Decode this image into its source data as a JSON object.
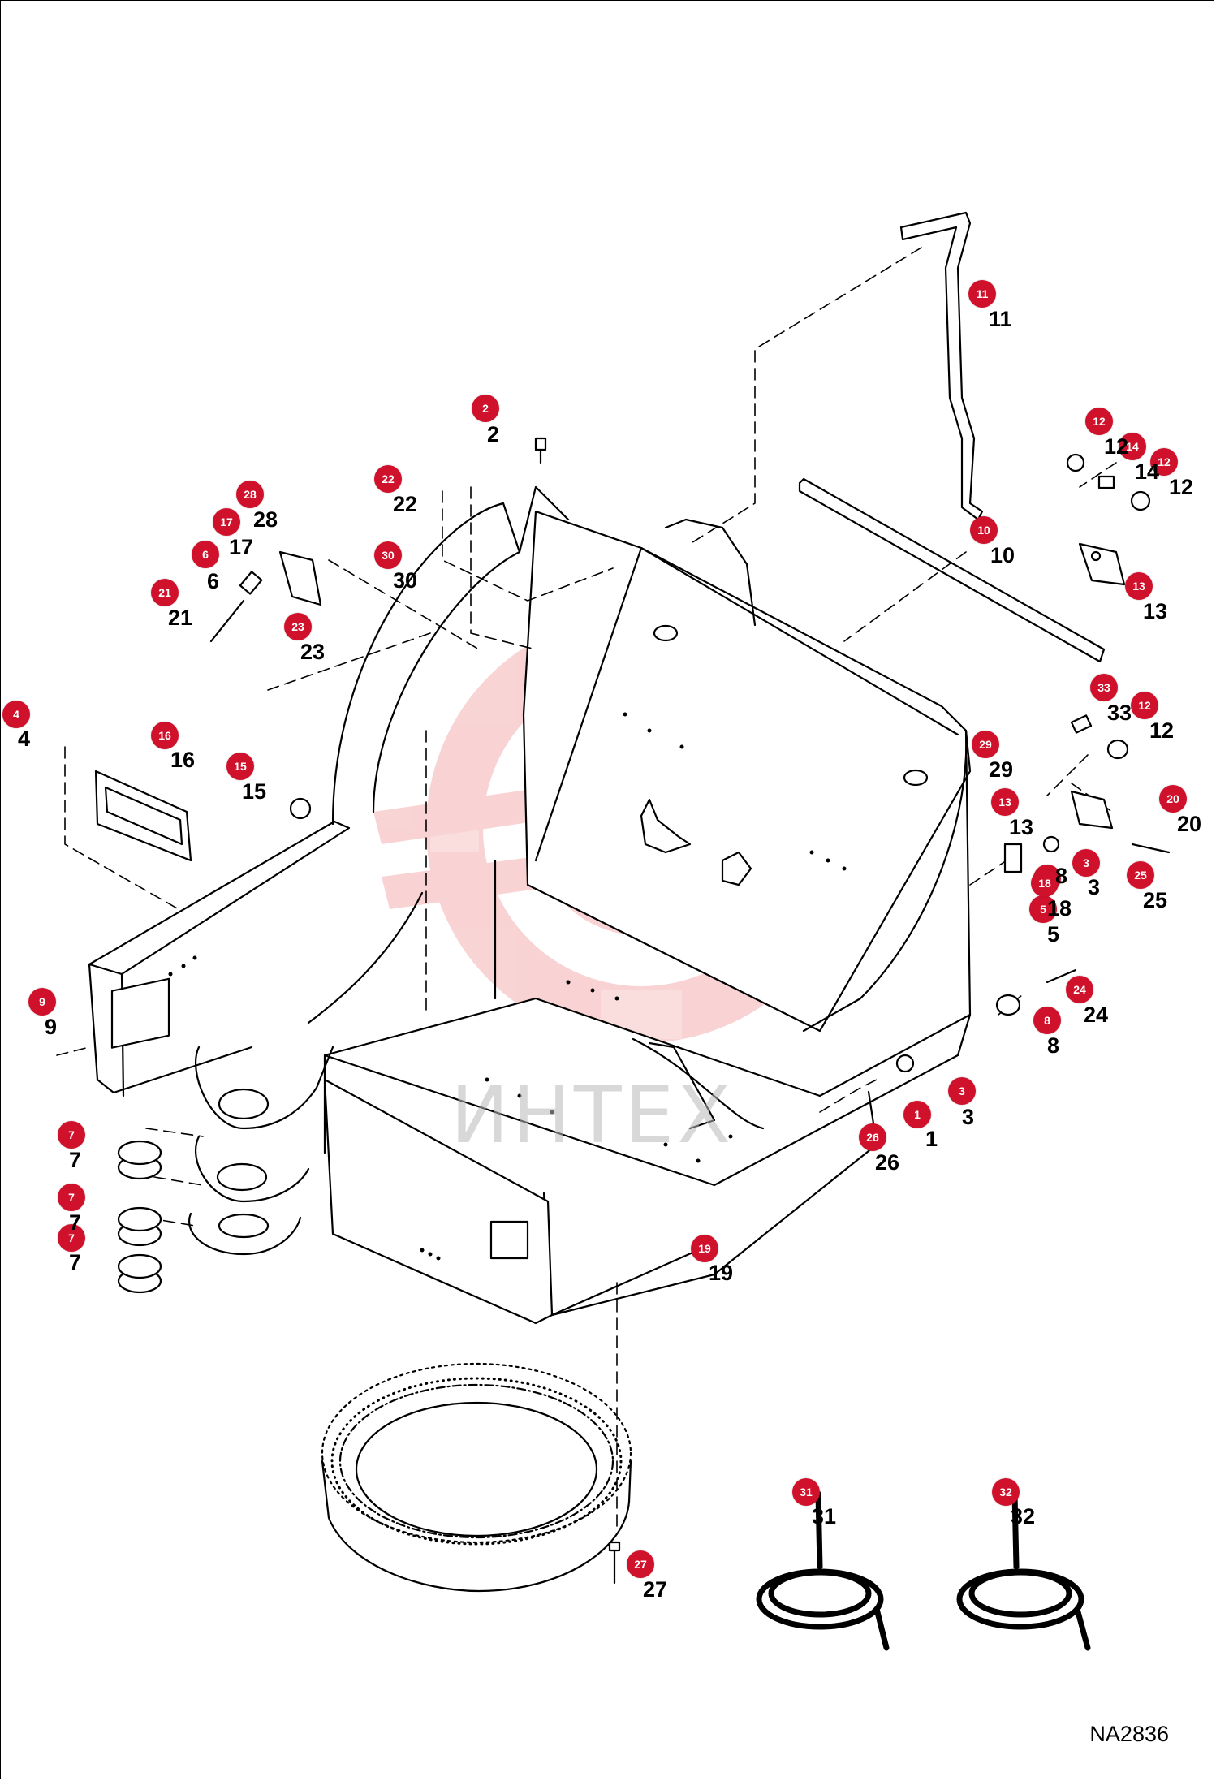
{
  "diagram": {
    "code": "NA2836",
    "watermark_text": "ИНТЕХ",
    "colors": {
      "callout": "#d0112b",
      "line": "#000000",
      "watermark": "#f2a0a0",
      "background": "#ffffff"
    }
  },
  "parts": [
    {
      "no": "1"
    },
    {
      "no": "2"
    },
    {
      "no": "3"
    },
    {
      "no": "4"
    },
    {
      "no": "5"
    },
    {
      "no": "6"
    },
    {
      "no": "7"
    },
    {
      "no": "8"
    },
    {
      "no": "9"
    },
    {
      "no": "10"
    },
    {
      "no": "11"
    },
    {
      "no": "12"
    },
    {
      "no": "13"
    },
    {
      "no": "14"
    },
    {
      "no": "15"
    },
    {
      "no": "16"
    },
    {
      "no": "17"
    },
    {
      "no": "18"
    },
    {
      "no": "19"
    },
    {
      "no": "20"
    },
    {
      "no": "21"
    },
    {
      "no": "22"
    },
    {
      "no": "23"
    },
    {
      "no": "24"
    },
    {
      "no": "25"
    },
    {
      "no": "26"
    },
    {
      "no": "27"
    },
    {
      "no": "28"
    },
    {
      "no": "29"
    },
    {
      "no": "30"
    },
    {
      "no": "31"
    },
    {
      "no": "32"
    },
    {
      "no": "33"
    }
  ]
}
